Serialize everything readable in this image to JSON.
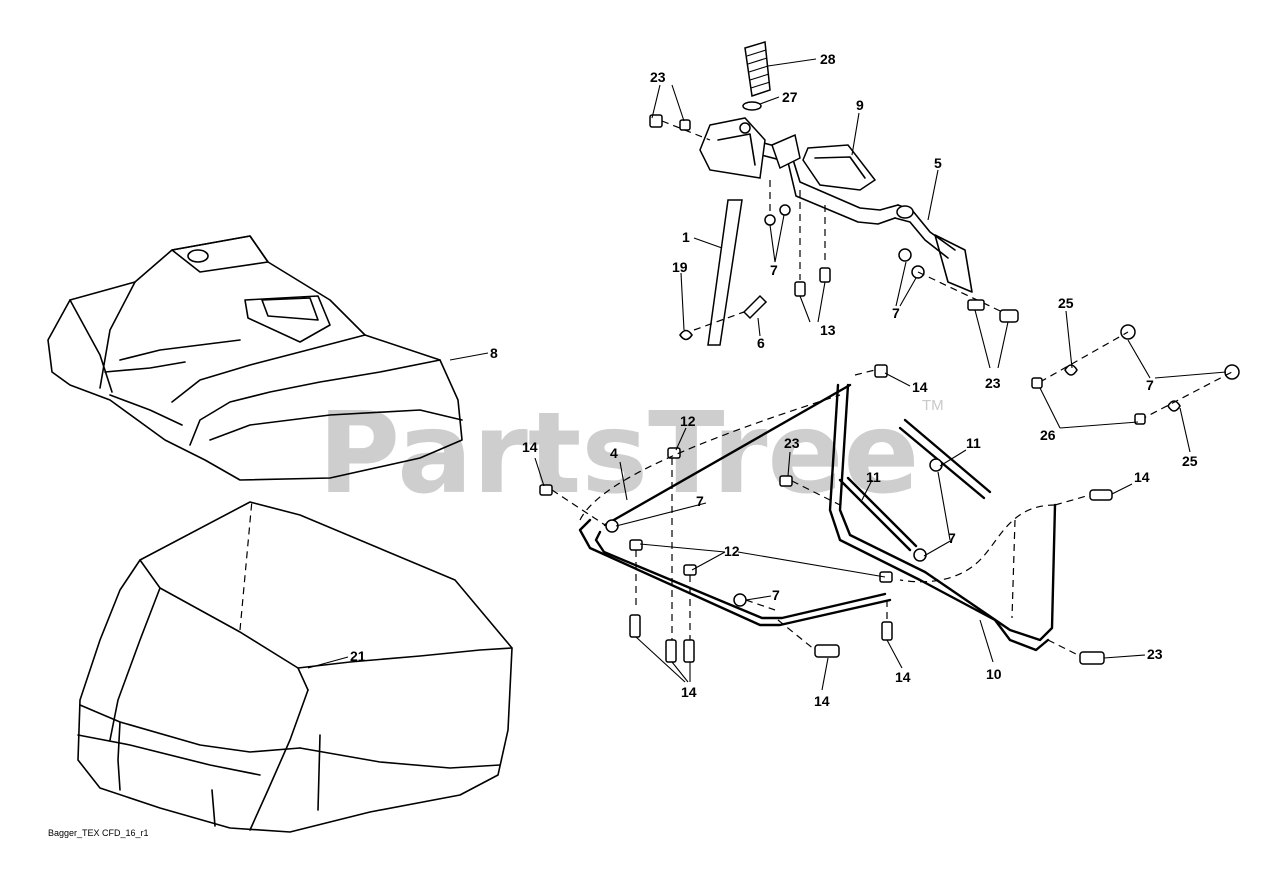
{
  "watermark": {
    "text": "PartsTree",
    "trademark": "TM"
  },
  "filename": "Bagger_TEX CFD_16_r1",
  "callouts": {
    "c28": "28",
    "c23a": "23",
    "c27": "27",
    "c9": "9",
    "c5": "5",
    "c1": "1",
    "c19": "19",
    "c7a": "7",
    "c13": "13",
    "c6": "6",
    "c7b": "7",
    "c23b": "23",
    "c25a": "25",
    "c8": "8",
    "c7c": "7",
    "c14a": "14",
    "c26": "26",
    "c25b": "25",
    "c12a": "12",
    "c14b": "14",
    "c4": "4",
    "c23c": "23",
    "c11a": "11",
    "c11b": "11",
    "c14c": "14",
    "c7d": "7",
    "c7e": "7",
    "c12b": "12",
    "c7f": "7",
    "c21": "21",
    "c14d": "14",
    "c14e": "14",
    "c14f": "14",
    "c10": "10",
    "c23d": "23"
  }
}
